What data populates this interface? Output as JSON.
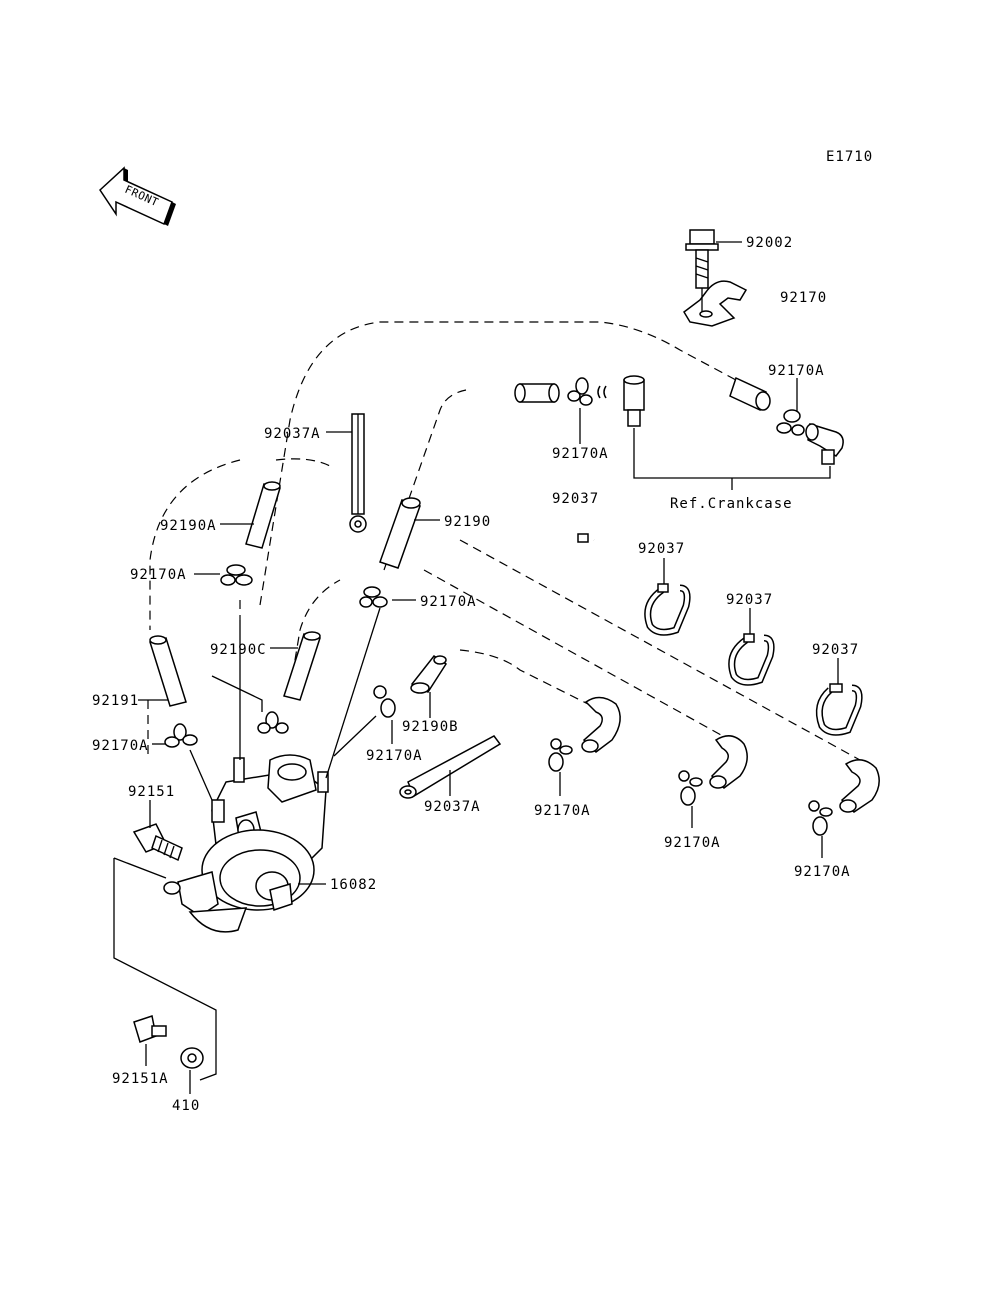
{
  "diagram_code": "E1710",
  "front_arrow_text": "FRONT",
  "ref_text": "Ref.Crankcase",
  "labels": {
    "p92002": "92002",
    "p92170": "92170",
    "p92170A_top_right": "92170A",
    "p92170A_top_mid": "92170A",
    "p92037_top": "92037",
    "p92037_b": "92037",
    "p92037_c": "92037",
    "p92037_d": "92037",
    "p92037A_top": "92037A",
    "p92190A": "92190A",
    "p92190": "92190",
    "p92170A_left1": "92170A",
    "p92170A_mid1": "92170A",
    "p92190C": "92190C",
    "p92191": "92191",
    "p92170A_left2": "92170A",
    "p92190B": "92190B",
    "p92170A_mid2": "92170A",
    "p92151": "92151",
    "p16082": "16082",
    "p92037A_bottom": "92037A",
    "p92170A_h1": "92170A",
    "p92170A_h2": "92170A",
    "p92170A_h3": "92170A",
    "p92151A": "92151A",
    "p410": "410"
  }
}
